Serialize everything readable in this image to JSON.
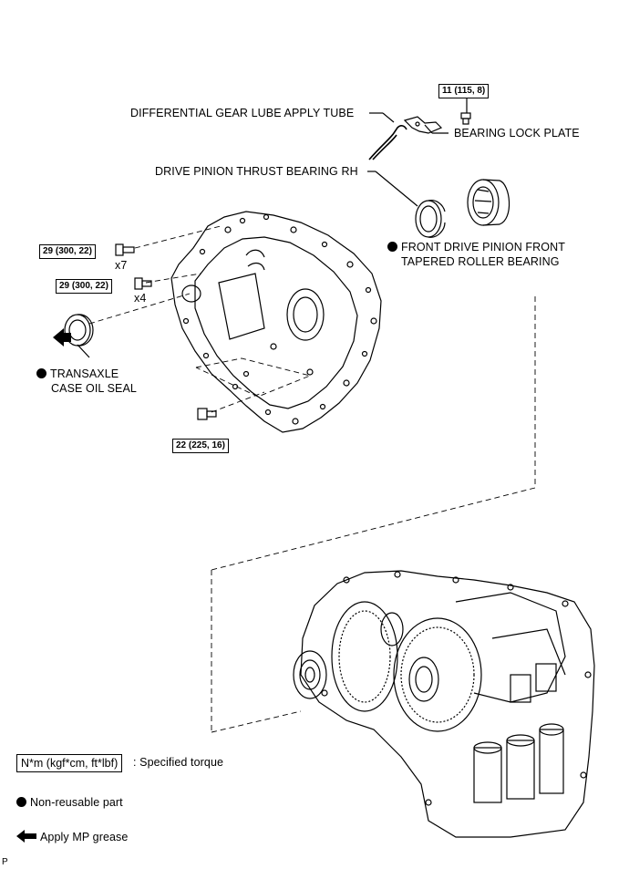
{
  "labels": {
    "lube_tube": "DIFFERENTIAL GEAR LUBE APPLY TUBE",
    "bearing_lock_plate": "BEARING LOCK PLATE",
    "thrust_bearing": "DRIVE PINION THRUST BEARING RH",
    "front_bearing_line1": "FRONT DRIVE PINION FRONT",
    "front_bearing_line2": "TAPERED ROLLER BEARING",
    "oil_seal_line1": "TRANSAXLE",
    "oil_seal_line2": "CASE OIL SEAL"
  },
  "torques": {
    "lock_plate_bolt": "11 (115, 8)",
    "upper_bolts": "29 (300, 22)",
    "middle_bolts": "29 (300, 22)",
    "lower_bolt": "22 (225, 16)"
  },
  "counts": {
    "upper_bolts": "x7",
    "middle_bolts": "x4"
  },
  "legend": {
    "torque_box": "N*m (kgf*cm, ft*lbf)",
    "torque_text": ": Specified torque",
    "nonreusable": "Non-reusable part",
    "grease": "Apply MP grease"
  },
  "corner_mark": "P"
}
